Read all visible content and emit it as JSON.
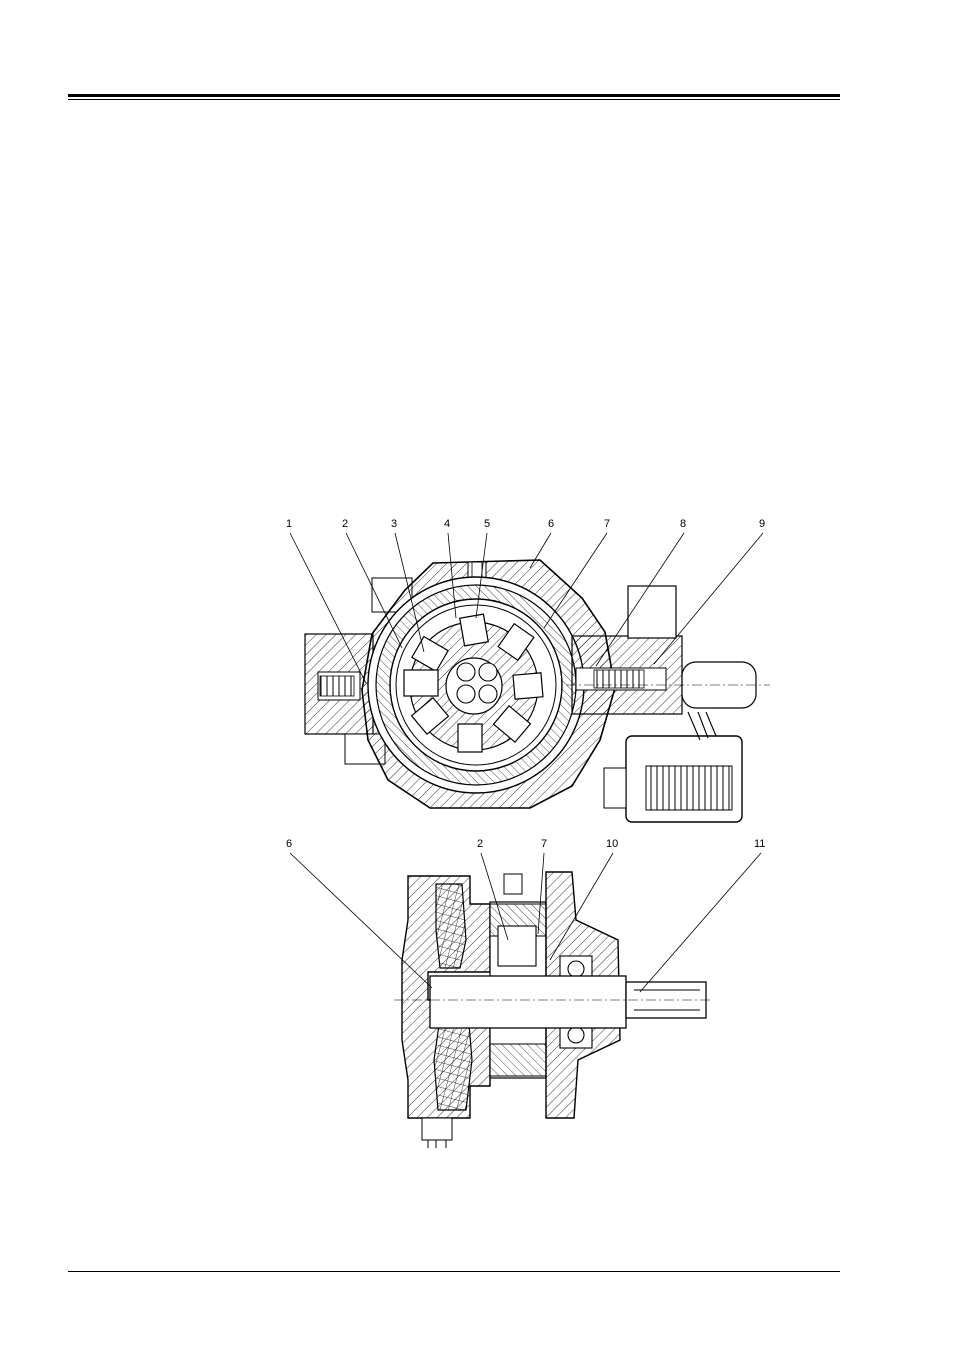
{
  "figure": {
    "top_view_callouts": [
      "1",
      "2",
      "3",
      "4",
      "5",
      "6",
      "7",
      "8",
      "9"
    ],
    "side_view_callouts": [
      "6",
      "2",
      "7",
      "10",
      "11"
    ]
  }
}
